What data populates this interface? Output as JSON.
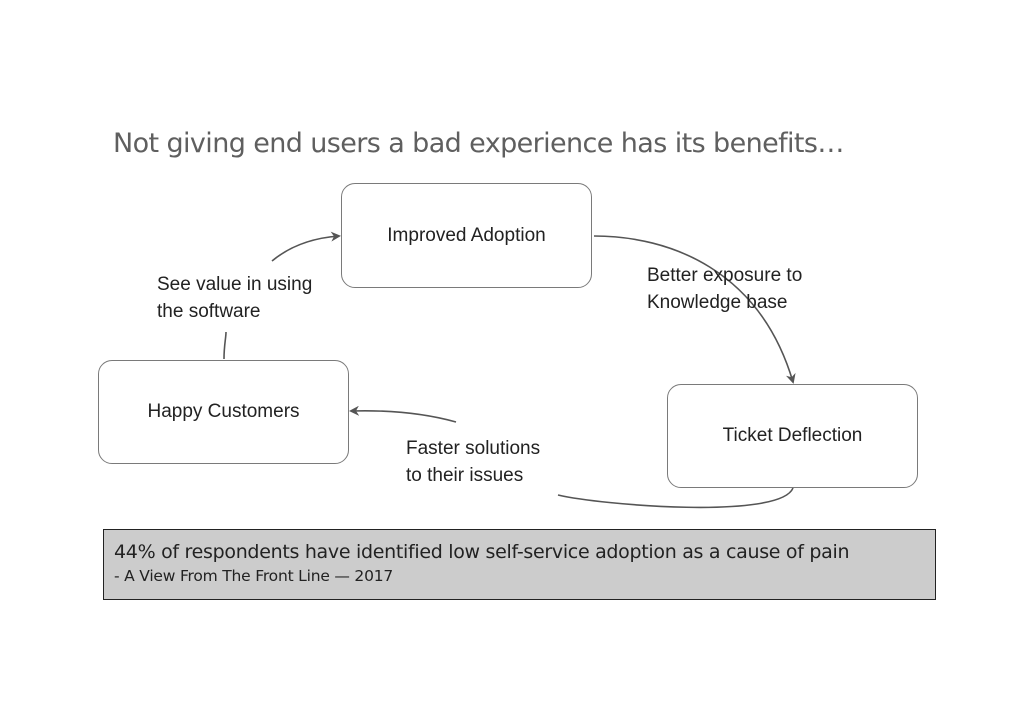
{
  "title": "Not giving end users a bad experience has its benefits…",
  "nodes": {
    "adoption": "Improved Adoption",
    "customers": "Happy Customers",
    "deflection": "Ticket Deflection"
  },
  "edge_labels": {
    "see_value": "See value in using\nthe software",
    "exposure": "Better exposure to\nKnowledge base",
    "faster": "Faster solutions\nto their issues"
  },
  "quote": {
    "text": "44% of respondents have identified low self-service adoption as a cause of pain",
    "source": "- A View From The Front Line — 2017"
  },
  "colors": {
    "arrow": "#555555",
    "quote_background": "#cccccc"
  }
}
